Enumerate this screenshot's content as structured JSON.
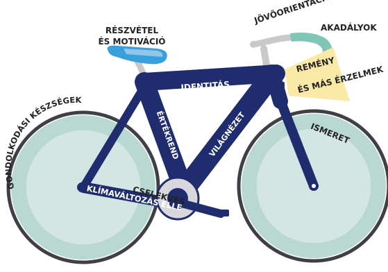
{
  "labels": {
    "seat": [
      "RÉSZVÉTEL",
      "ÉS MOTIVÁCIÓ"
    ],
    "handlebar_top": "JÖVŐORIENTÁCIÓ",
    "handlebar_side": "AKADÁLYOK",
    "lamp": [
      "REMÉNY",
      "ÉS MÁS ÉRZELMEK"
    ],
    "top_tube": "IDENTITÁS",
    "seat_tube": "ÉRTÉKREND",
    "down_tube": "VILÁGNÉZET",
    "front_wheel": "ISMERET",
    "rear_wheel": "GONDOLKODÁSI KÉSZSÉGEK",
    "chainstay": "A KLÍMAVÁLTOZÁS ELLEN",
    "crank": "CSELEKVÉS"
  },
  "colors": {
    "frame": "#1f2d6e",
    "wheel_ring": "#b9d8d2",
    "wheel_fill": "#d3e6e4",
    "tire": "#3f3f45",
    "seat": "#3aa0dc",
    "seat_light": "#8fc6ea",
    "grip": "#7fc6b7",
    "lamp": "#fbe9a7",
    "stem": "#c9c9c9",
    "crank": "#d8d8dc",
    "ink": "#232323",
    "white": "#ffffff"
  }
}
